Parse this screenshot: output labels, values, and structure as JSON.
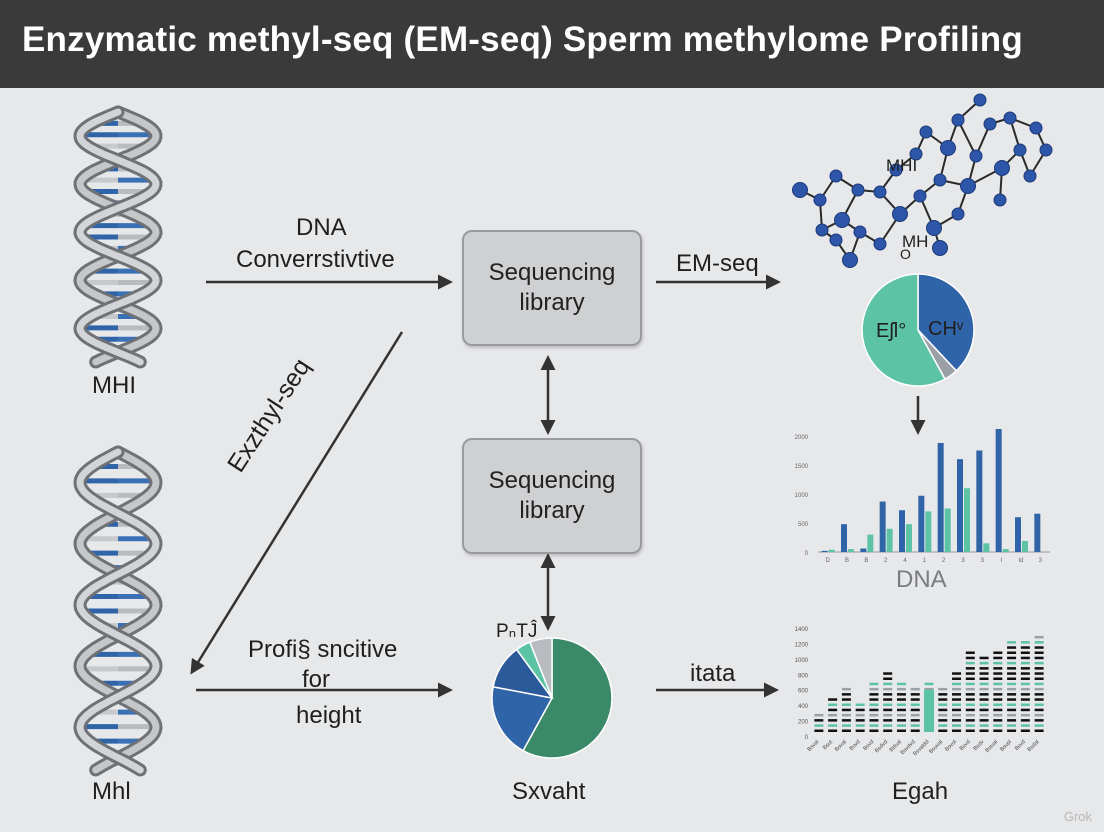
{
  "header": {
    "title": "Enzymatic methyl-seq (EM-seq) Sperm methylome Profiling"
  },
  "dna_top": {
    "label": "MHI"
  },
  "dna_bottom": {
    "label": "Mhl"
  },
  "labels": {
    "dna_conversion_line1": "DNA",
    "dna_conversion_line2": "Converrstivtive",
    "em_seq": "EM-seq",
    "exthyl_seq": "Exzthyl-seq",
    "profile_line1": "Profi§ sncitive",
    "profile_line2": "for",
    "profile_line3": "height",
    "itata": "itata"
  },
  "boxes": {
    "library_top": {
      "line1": "Sequencing",
      "line2": "library"
    },
    "library_middle": {
      "line1": "Sequencing",
      "line2": "library"
    }
  },
  "molecule": {
    "label_a": "MHI",
    "label_b": "MH",
    "label_c": "O"
  },
  "pie_top": {
    "label_left": "Eʃl°",
    "label_right": "CHᵛ"
  },
  "pie_bottom": {
    "label": "PₙTĴ",
    "caption": "Sxvaht"
  },
  "bar_chart_caption": "DNA",
  "heatmap_caption": "Egah",
  "watermark": "Grok",
  "colors": {
    "blue": "#2f64a8",
    "teal": "#5cc3a4",
    "green": "#3a8a6a",
    "header": "#3a3a3a"
  },
  "chart_data": [
    {
      "type": "pie",
      "title": "",
      "slices": [
        {
          "name": "CHᵛ",
          "value": 38,
          "color": "#2f64a8"
        },
        {
          "name": "",
          "value": 4,
          "color": "#9aa0a6"
        },
        {
          "name": "Eʃl°",
          "value": 58,
          "color": "#5cc3a4"
        }
      ]
    },
    {
      "type": "bar",
      "title": "",
      "xlabel": "DNA",
      "ylim": [
        0,
        2000
      ],
      "yticks": [
        "0",
        "500",
        "1000",
        "1500",
        "2000"
      ],
      "categories": [
        "D",
        "B",
        "B",
        "2",
        "4",
        "1",
        "2",
        "3",
        "3",
        "I",
        "Id",
        "3"
      ],
      "series": [
        {
          "color": "#2f64a8",
          "values": [
            20,
            480,
            60,
            870,
            720,
            970,
            1880,
            1600,
            1750,
            2120,
            600,
            660
          ]
        },
        {
          "color": "#5cc3a4",
          "values": [
            40,
            50,
            300,
            400,
            480,
            700,
            750,
            1100,
            150,
            50,
            190,
            0
          ]
        }
      ]
    },
    {
      "type": "pie",
      "title": "",
      "slices": [
        {
          "name": "",
          "value": 58,
          "color": "#3a8a6a"
        },
        {
          "name": "",
          "value": 20,
          "color": "#2f64a8"
        },
        {
          "name": "",
          "value": 12,
          "color": "#2b5a9a"
        },
        {
          "name": "",
          "value": 4,
          "color": "#5cc3a4"
        },
        {
          "name": "PₙTĴ",
          "value": 6,
          "color": "#b8bcc0"
        }
      ]
    },
    {
      "type": "heatmap",
      "title": "",
      "xlabel": "Egah",
      "yticks": [
        "0",
        "200",
        "400",
        "600",
        "800",
        "1000",
        "1200",
        "1400"
      ],
      "categories": [
        "Bsval",
        "Bsut",
        "Bsval",
        "Bsvd",
        "Bsvd",
        "Bsdvd",
        "Btfoal",
        "Bsvdvd",
        "Bsvaldd",
        "Bsuval",
        "Bsvol",
        "Bsvd",
        "Bsdv",
        "Bstval",
        "Bsvpl",
        "Bsvd",
        "Bsdal"
      ],
      "values": [
        300,
        500,
        600,
        400,
        700,
        800,
        700,
        600,
        700,
        600,
        800,
        1100,
        1000,
        1100,
        1200,
        1200,
        1300
      ]
    }
  ]
}
